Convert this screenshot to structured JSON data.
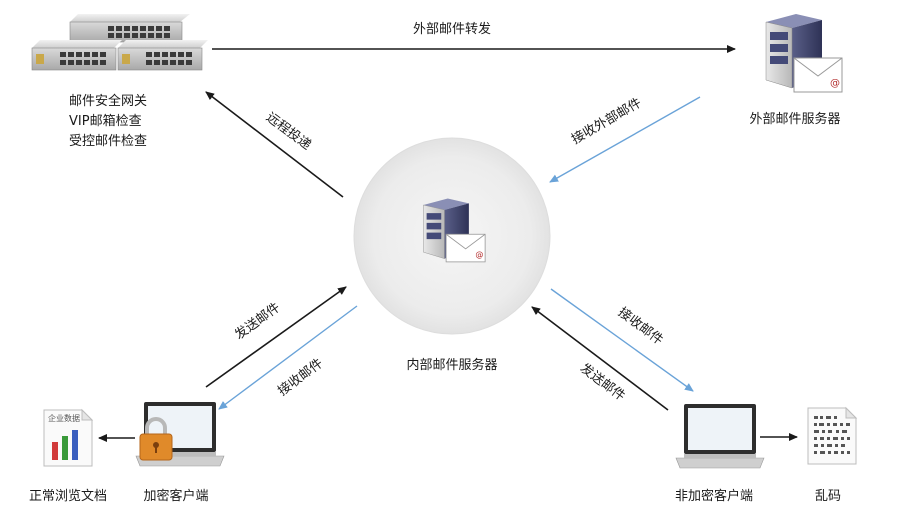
{
  "nodes": {
    "gateway": {
      "lines": [
        "邮件安全网关",
        "VIP邮箱检查",
        "受控邮件检查"
      ]
    },
    "external_server": {
      "label": "外部邮件服务器"
    },
    "internal_server": {
      "label": "内部邮件服务器"
    },
    "encrypted_client": {
      "label": "加密客户端"
    },
    "normal_view": {
      "label": "正常浏览文档",
      "doc_title": "企业数据"
    },
    "plain_client": {
      "label": "非加密客户端"
    },
    "garbled": {
      "label": "乱码"
    }
  },
  "edges": {
    "forward": "外部邮件转发",
    "remote_delivery": "远程投递",
    "receive_external": "接收外部邮件",
    "send_left": "发送邮件",
    "receive_left": "接收邮件",
    "receive_right": "接收邮件",
    "send_right": "发送邮件"
  },
  "colors": {
    "black_arrow": "#1a1a1a",
    "blue_arrow": "#6aa3d8",
    "circle_fill": "#eeeeee"
  }
}
